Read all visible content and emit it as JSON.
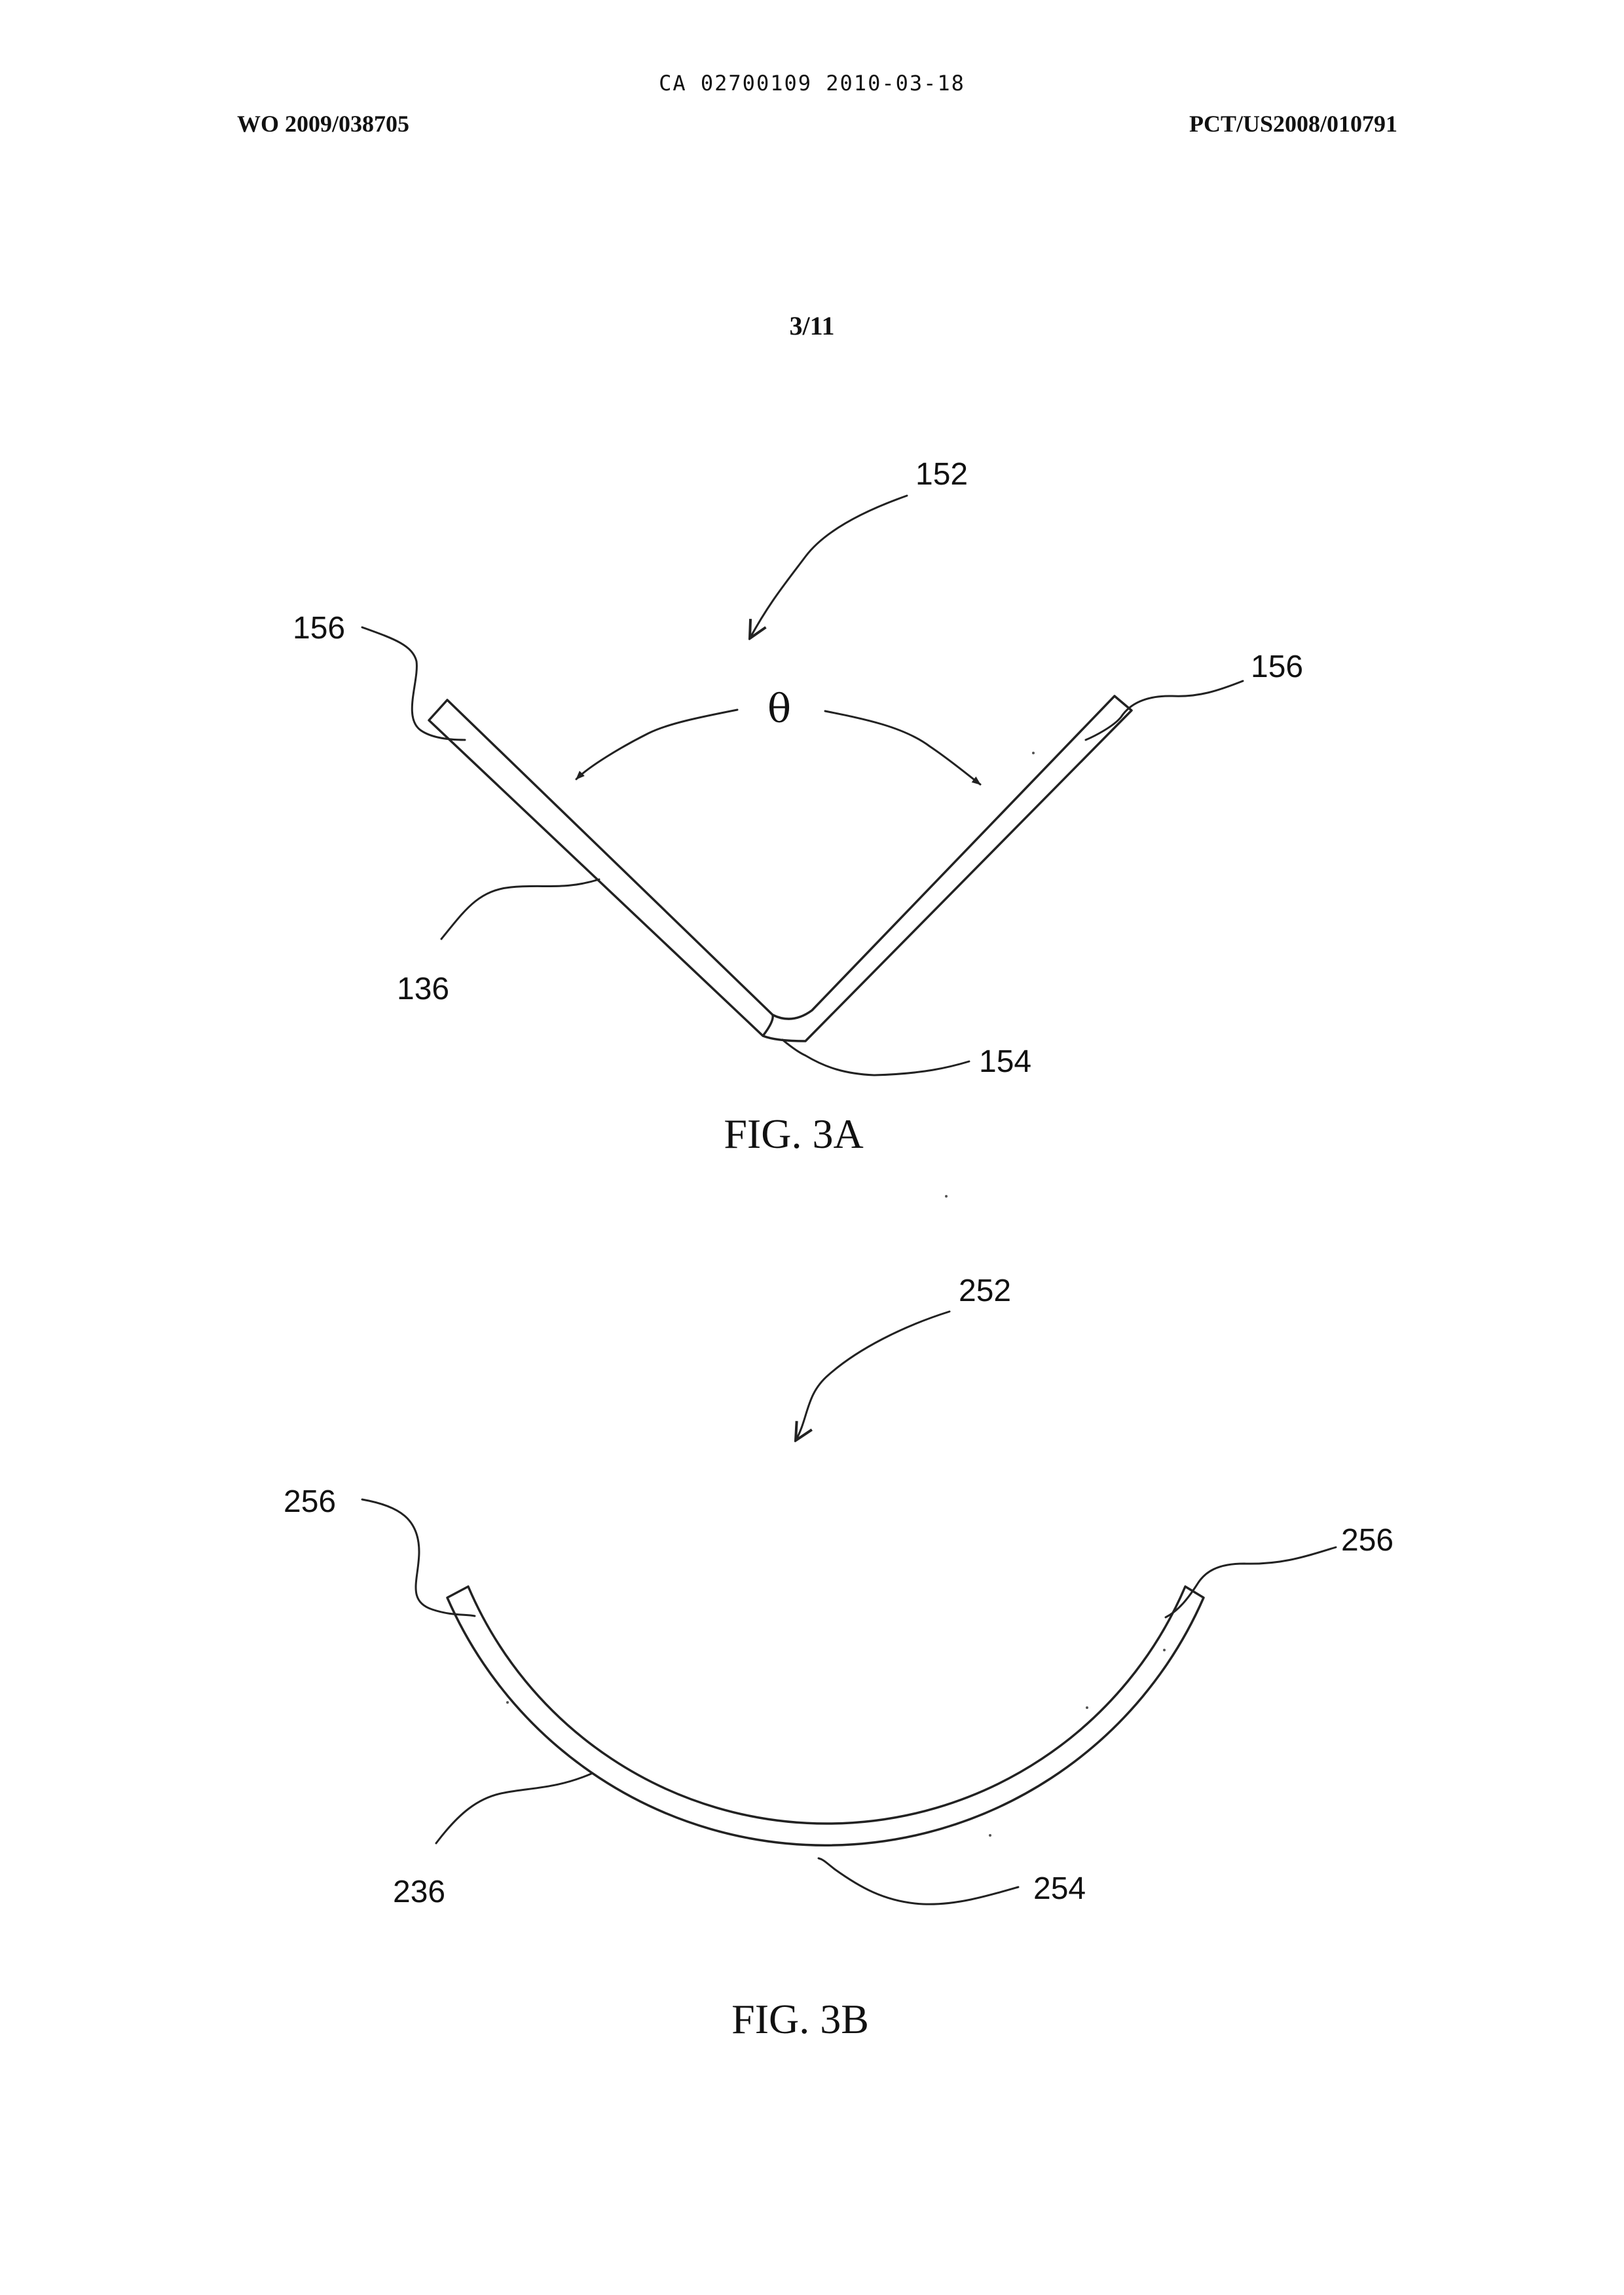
{
  "header": {
    "ca_line": "CA 02700109 2010-03-18",
    "wo_number": "WO 2009/038705",
    "pct_number": "PCT/US2008/010791"
  },
  "page_number": "3/11",
  "figures": [
    {
      "caption": "FIG. 3A",
      "labels": {
        "assembly": "152",
        "end_left": "156",
        "end_right": "156",
        "angle": "θ",
        "body": "136",
        "bend": "154"
      }
    },
    {
      "caption": "FIG. 3B",
      "labels": {
        "assembly": "252",
        "end_left": "256",
        "end_right": "256",
        "body": "236",
        "bend": "254"
      }
    }
  ]
}
